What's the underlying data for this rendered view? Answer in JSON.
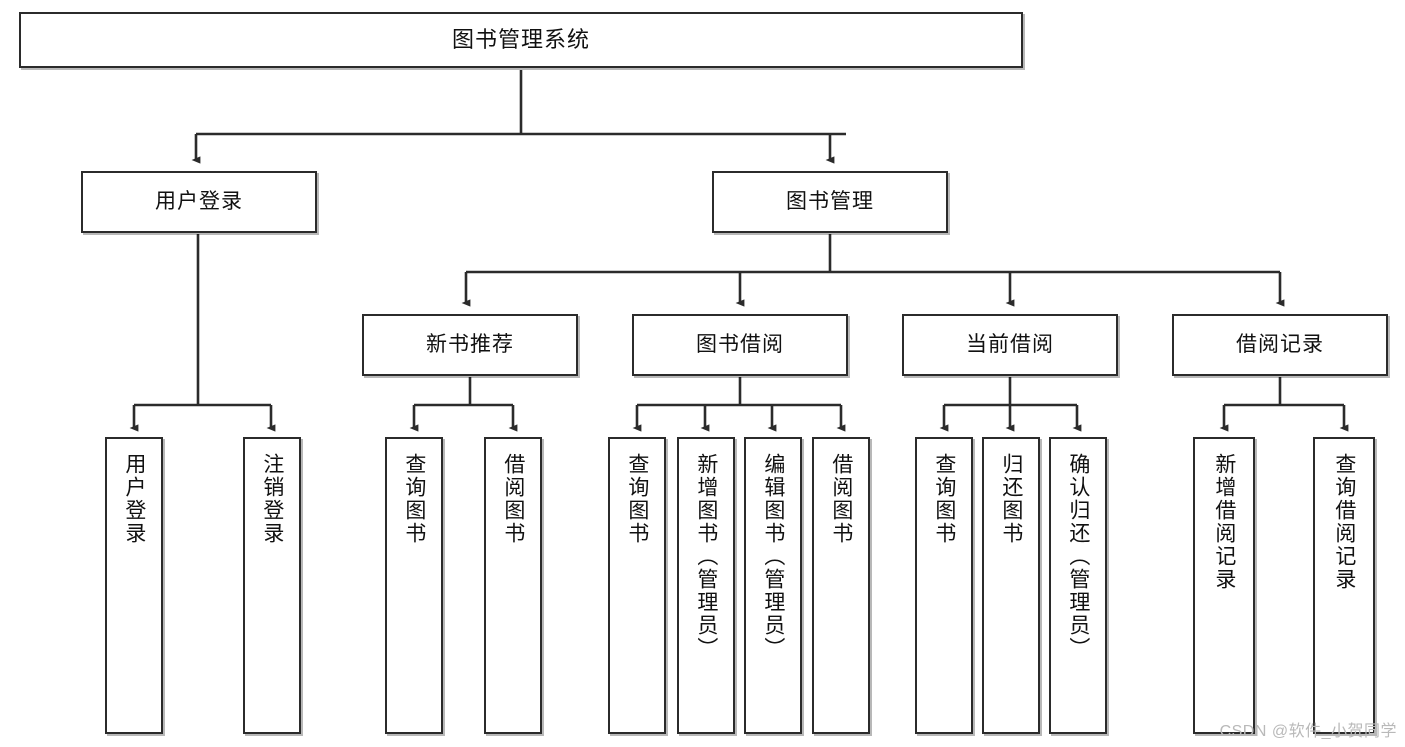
{
  "diagram": {
    "title": "图书管理系统",
    "type": "tree",
    "colors": {
      "box_border": "#2b2b2b",
      "box_fill": "#ffffff",
      "line": "#2b2b2b",
      "text": "#111111",
      "watermark": "#b9b9b9"
    },
    "watermark": "CSDN @软件_小贺同学"
  },
  "nodes": {
    "root": {
      "label": "图书管理系统"
    },
    "level2": [
      {
        "label": "用户登录"
      },
      {
        "label": "图书管理"
      }
    ],
    "level3": [
      {
        "label": "新书推荐"
      },
      {
        "label": "图书借阅"
      },
      {
        "label": "当前借阅"
      },
      {
        "label": "借阅记录"
      }
    ],
    "leaves": {
      "user_login": [
        {
          "label": "用户登录"
        },
        {
          "label": "注销登录"
        }
      ],
      "new_book_recommend": [
        {
          "label": "查询图书"
        },
        {
          "label": "借阅图书"
        }
      ],
      "book_borrow": [
        {
          "label": "查询图书"
        },
        {
          "label": "新增图书（管理员）"
        },
        {
          "label": "编辑图书（管理员）"
        },
        {
          "label": "借阅图书"
        }
      ],
      "current_borrow": [
        {
          "label": "查询图书"
        },
        {
          "label": "归还图书"
        },
        {
          "label": "确认归还（管理员）"
        }
      ],
      "borrow_record": [
        {
          "label": "新增借阅记录"
        },
        {
          "label": "查询借阅记录"
        }
      ]
    }
  }
}
